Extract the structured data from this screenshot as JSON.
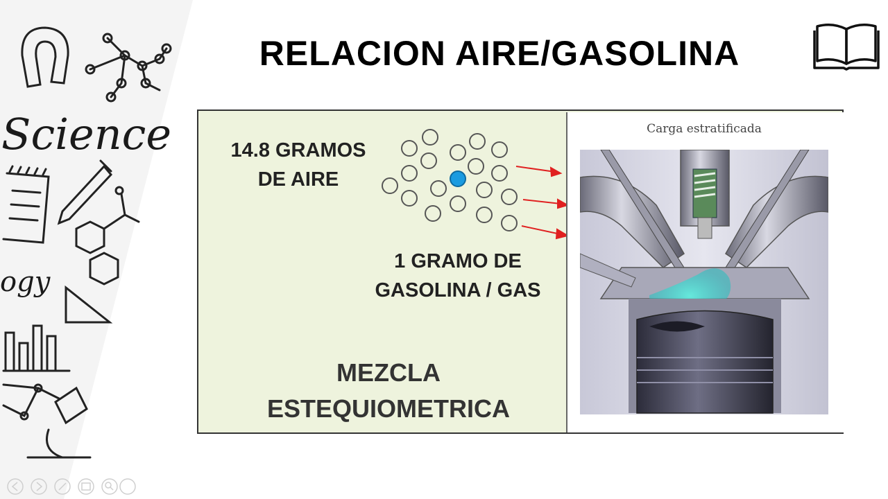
{
  "slide": {
    "title": "RELACION AIRE/GASOLINA"
  },
  "diagram": {
    "air_label_line1": "14.8 GRAMOS",
    "air_label_line2": "DE AIRE",
    "fuel_label_line1": "1 GRAMO DE",
    "fuel_label_line2": "GASOLINA / GAS",
    "mixture_line1": "MEZCLA",
    "mixture_line2": "ESTEQUIOMETRICA",
    "engine_caption": "Carga estratificada"
  },
  "decoration": {
    "sidebar_text": "Science",
    "sidebar_text_2": "ogy"
  },
  "icons": {
    "top_right": "open-book-icon"
  },
  "colors": {
    "panel_bg": "#eef3dd",
    "fuel_particle": "#1a9be0",
    "arrow": "#e02020",
    "fuel_cloud": "#40e0d0"
  }
}
